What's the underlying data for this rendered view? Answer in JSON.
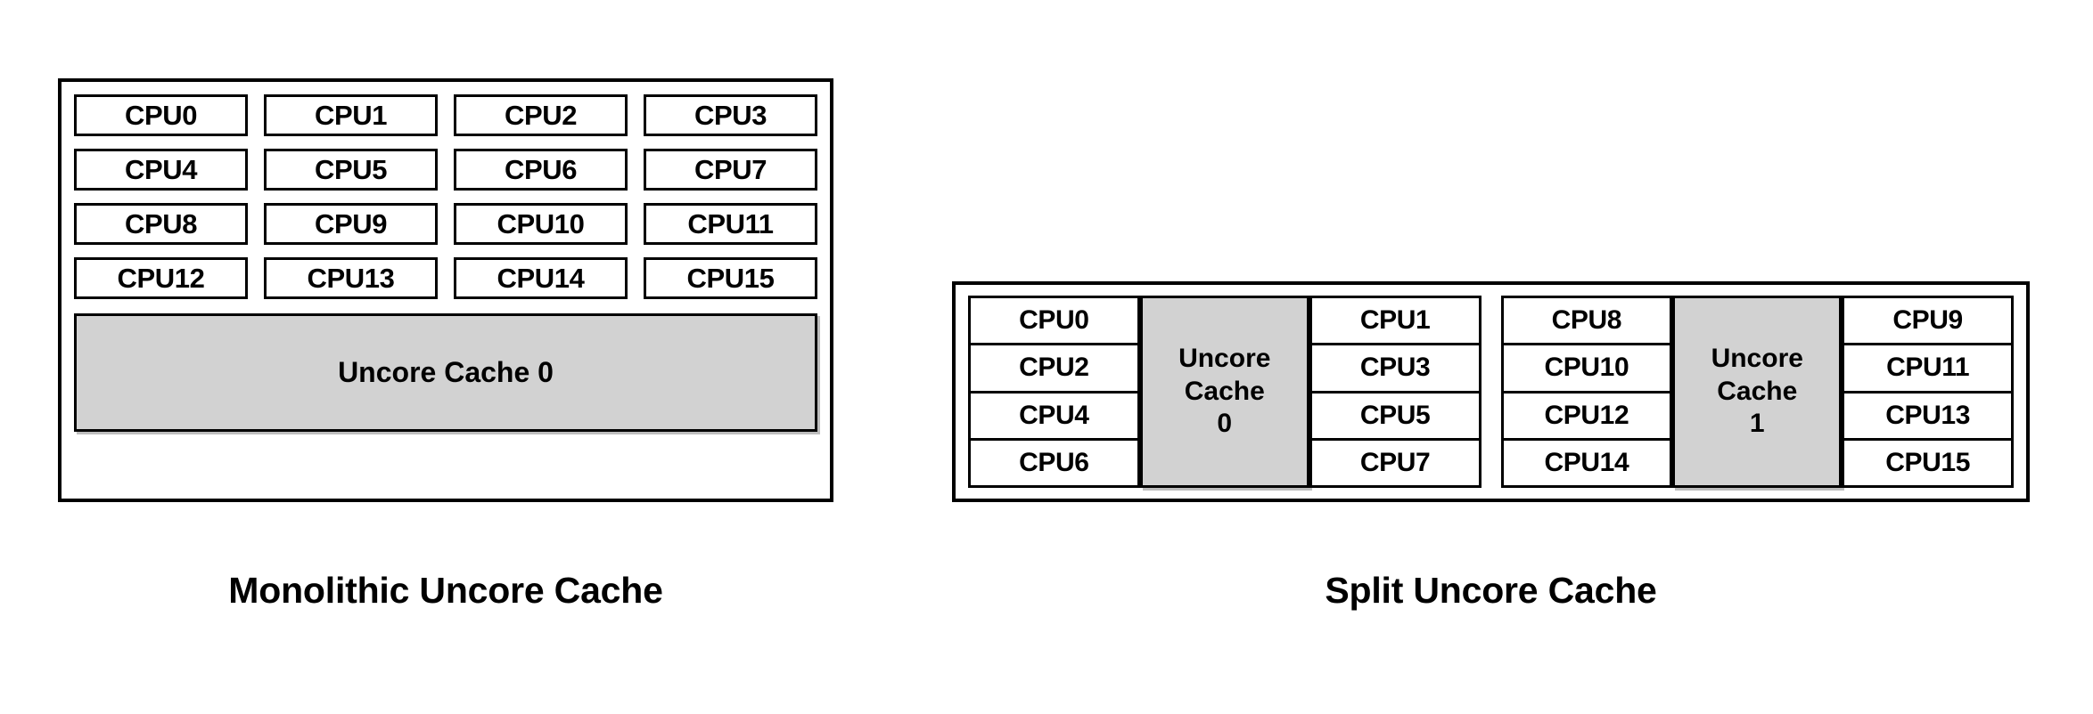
{
  "diagram": {
    "monolithic": {
      "caption": "Monolithic Uncore Cache",
      "cpus": [
        "CPU0",
        "CPU1",
        "CPU2",
        "CPU3",
        "CPU4",
        "CPU5",
        "CPU6",
        "CPU7",
        "CPU8",
        "CPU9",
        "CPU10",
        "CPU11",
        "CPU12",
        "CPU13",
        "CPU14",
        "CPU15"
      ],
      "cache_label": "Uncore Cache 0",
      "cache_fill": "#d2d2d2",
      "border_color": "#000000"
    },
    "split": {
      "caption": "Split Uncore Cache",
      "clusters": [
        {
          "left_cpus": [
            "CPU0",
            "CPU2",
            "CPU4",
            "CPU6"
          ],
          "cache_line1": "Uncore",
          "cache_line2": "Cache",
          "cache_line3": "0",
          "right_cpus": [
            "CPU1",
            "CPU3",
            "CPU5",
            "CPU7"
          ]
        },
        {
          "left_cpus": [
            "CPU8",
            "CPU10",
            "CPU12",
            "CPU14"
          ],
          "cache_line1": "Uncore",
          "cache_line2": "Cache",
          "cache_line3": "1",
          "right_cpus": [
            "CPU9",
            "CPU11",
            "CPU13",
            "CPU15"
          ]
        }
      ],
      "cache_fill": "#d2d2d2",
      "border_color": "#000000"
    }
  }
}
